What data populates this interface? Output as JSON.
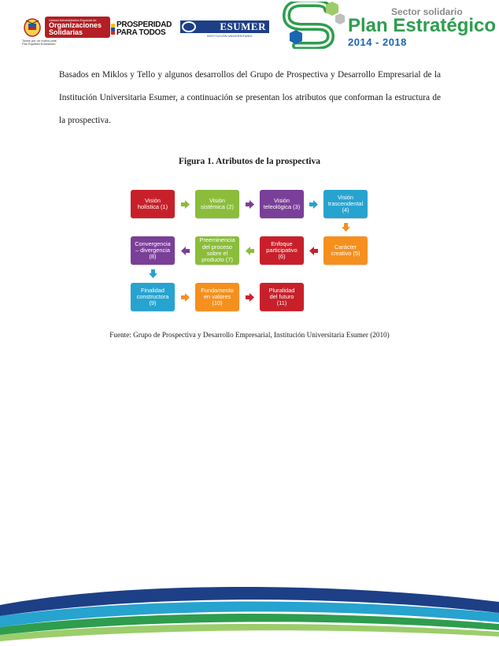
{
  "header": {
    "seal_small": "Unidad Administrativa Especial de",
    "org_name": "Organizaciones\nSolidarias",
    "org_sub": "Todos por un nuevo país\nPaz Equidad Educación",
    "prosperidad": "PROSPERIDAD\nPARA TODOS",
    "esumer_name": "ESUMER",
    "esumer_sub": "INSTITUCIÓN UNIVERSITARIA",
    "sector": "Sector solidario",
    "plan": "Plan Estratégico",
    "years": "2014 - 2018"
  },
  "paragraph": "Basados en Miklos y Tello y algunos desarrollos del Grupo de Prospectiva y Desarrollo Empresarial de la Institución Universitaria Esumer, a continuación se presentan los atributos que conforman la estructura de la prospectiva.",
  "figure_title": "Figura  1. Atributos de la prospectiva",
  "source": "Fuente: Grupo de Prospectiva y Desarrollo Empresarial, Institución Universitaria Esumer (2010)",
  "diagram": {
    "nodes": [
      {
        "label": "Visión\nholística (1)",
        "color": "#c8202b"
      },
      {
        "label": "Visión\nsistémica (2)",
        "color": "#8bbd3b"
      },
      {
        "label": "Visión\nteleológica (3)",
        "color": "#7a3f98"
      },
      {
        "label": "Visión\ntrascendental\n(4)",
        "color": "#27a3cf"
      },
      {
        "label": "Carácter\ncreativo (5)",
        "color": "#f5901e"
      },
      {
        "label": "Enfoque\nparticipativo\n(6)",
        "color": "#c8202b"
      },
      {
        "label": "Preeminencia\ndel proceso\nsobre el\nproducto (7)",
        "color": "#8bbd3b"
      },
      {
        "label": "Convergencia\n– divergencia\n(8)",
        "color": "#7a3f98"
      },
      {
        "label": "Finalidad\nconstructora\n(9)",
        "color": "#27a3cf"
      },
      {
        "label": "Fundamento\nen valores\n(10)",
        "color": "#f5901e"
      },
      {
        "label": "Pluralidad\ndel futuro\n(11)",
        "color": "#c8202b"
      }
    ]
  }
}
